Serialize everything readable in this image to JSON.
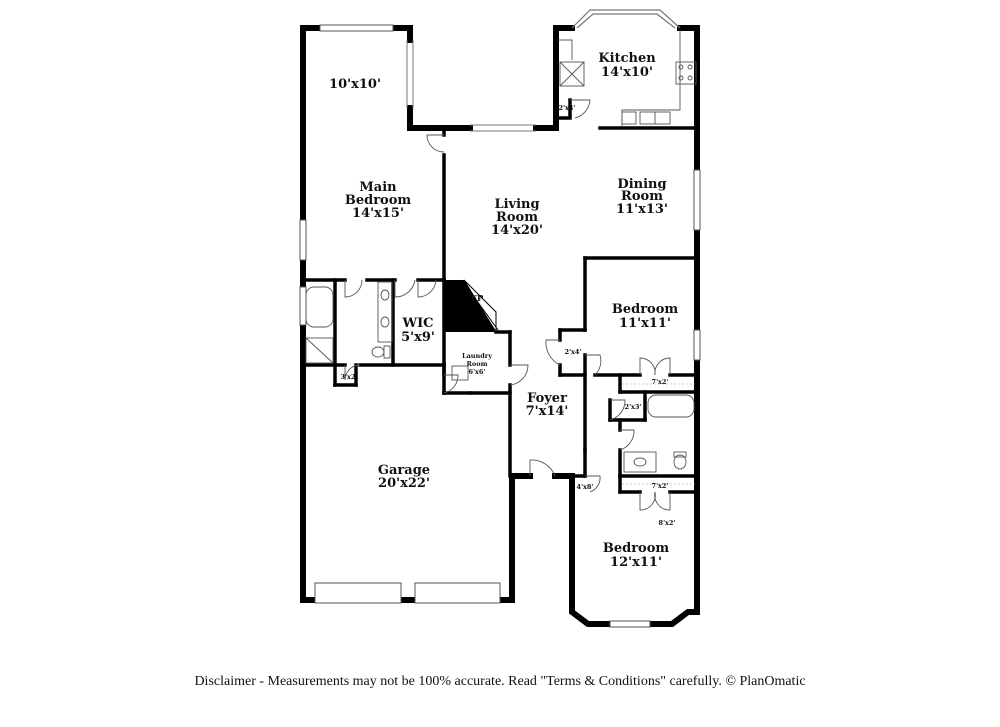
{
  "rooms": {
    "bedroom_ext": "10'x10'",
    "main_bedroom_name": "Main\nBedroom",
    "main_bedroom_size": "14'x15'",
    "kitchen_name": "Kitchen",
    "kitchen_size": "14'x10'",
    "dining_name": "Dining\nRoom",
    "dining_size": "11'x13'",
    "living_name": "Living\nRoom",
    "living_size": "14'x20'",
    "fp": "FP",
    "wic_name": "WIC",
    "wic_size": "5'x9'",
    "laundry_name": "Laundry\nRoom",
    "laundry_size": "6'x6'",
    "bedroom2_name": "Bedroom",
    "bedroom2_size": "11'x11'",
    "foyer_name": "Foyer",
    "foyer_size": "7'x14'",
    "garage_name": "Garage",
    "garage_size": "20'x22'",
    "bedroom3_name": "Bedroom",
    "bedroom3_size": "12'x11'"
  },
  "closets": {
    "c_2x4_kitchen": "2'x4'",
    "c_2x4_foyer": "2'x4'",
    "c_3x2": "3'x2'",
    "c_7x2_a": "7'x2'",
    "c_2x3": "2'x3'",
    "c_4x8": "4'x8'",
    "c_7x2_b": "7'x2'",
    "c_8x2": "8'x2'"
  },
  "disclaimer": "Disclaimer - Measurements may not be 100% accurate. Read \"Terms & Conditions\" carefully. © PlanOmatic",
  "colors": {
    "wall": "#000000",
    "background": "#ffffff",
    "fixture": "#555555"
  }
}
